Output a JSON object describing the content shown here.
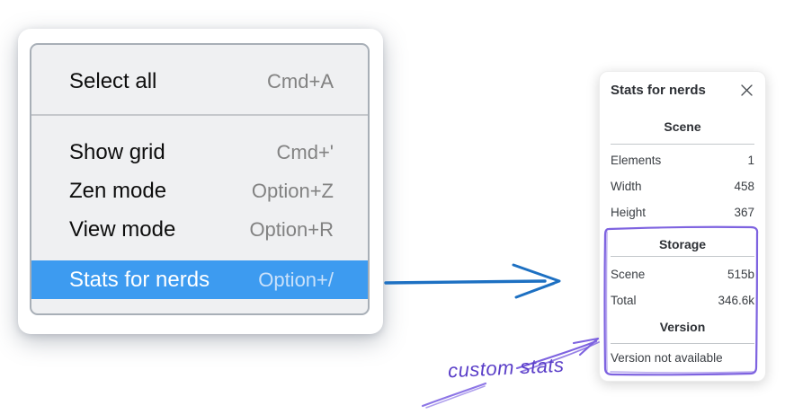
{
  "colors": {
    "menu_highlight_blue": "#3d9bf0",
    "menu_background": "#eff0f2",
    "menu_border": "#a8afb7",
    "arrow_blue": "#1d70c2",
    "annotation_purple": "#7e63e0",
    "annotation_text_purple": "#5a3ec8"
  },
  "menu": {
    "selected_item": "Stats for nerds",
    "items": [
      {
        "label": "Select all",
        "shortcut": "Cmd+A"
      },
      {
        "label": "Show grid",
        "shortcut": "Cmd+'"
      },
      {
        "label": "Zen mode",
        "shortcut": "Option+Z"
      },
      {
        "label": "View mode",
        "shortcut": "Option+R"
      },
      {
        "label": "Stats for nerds",
        "shortcut": "Option+/"
      }
    ]
  },
  "stats": {
    "title": "Stats for nerds",
    "sections": [
      {
        "heading": "Scene",
        "rows": [
          {
            "label": "Elements",
            "value": "1"
          },
          {
            "label": "Width",
            "value": "458"
          },
          {
            "label": "Height",
            "value": "367"
          }
        ]
      },
      {
        "heading": "Storage",
        "rows": [
          {
            "label": "Scene",
            "value": "515b"
          },
          {
            "label": "Total",
            "value": "346.6k"
          }
        ]
      },
      {
        "heading": "Version",
        "note": "Version not available"
      }
    ]
  },
  "annotation": {
    "label": "custom stats"
  }
}
